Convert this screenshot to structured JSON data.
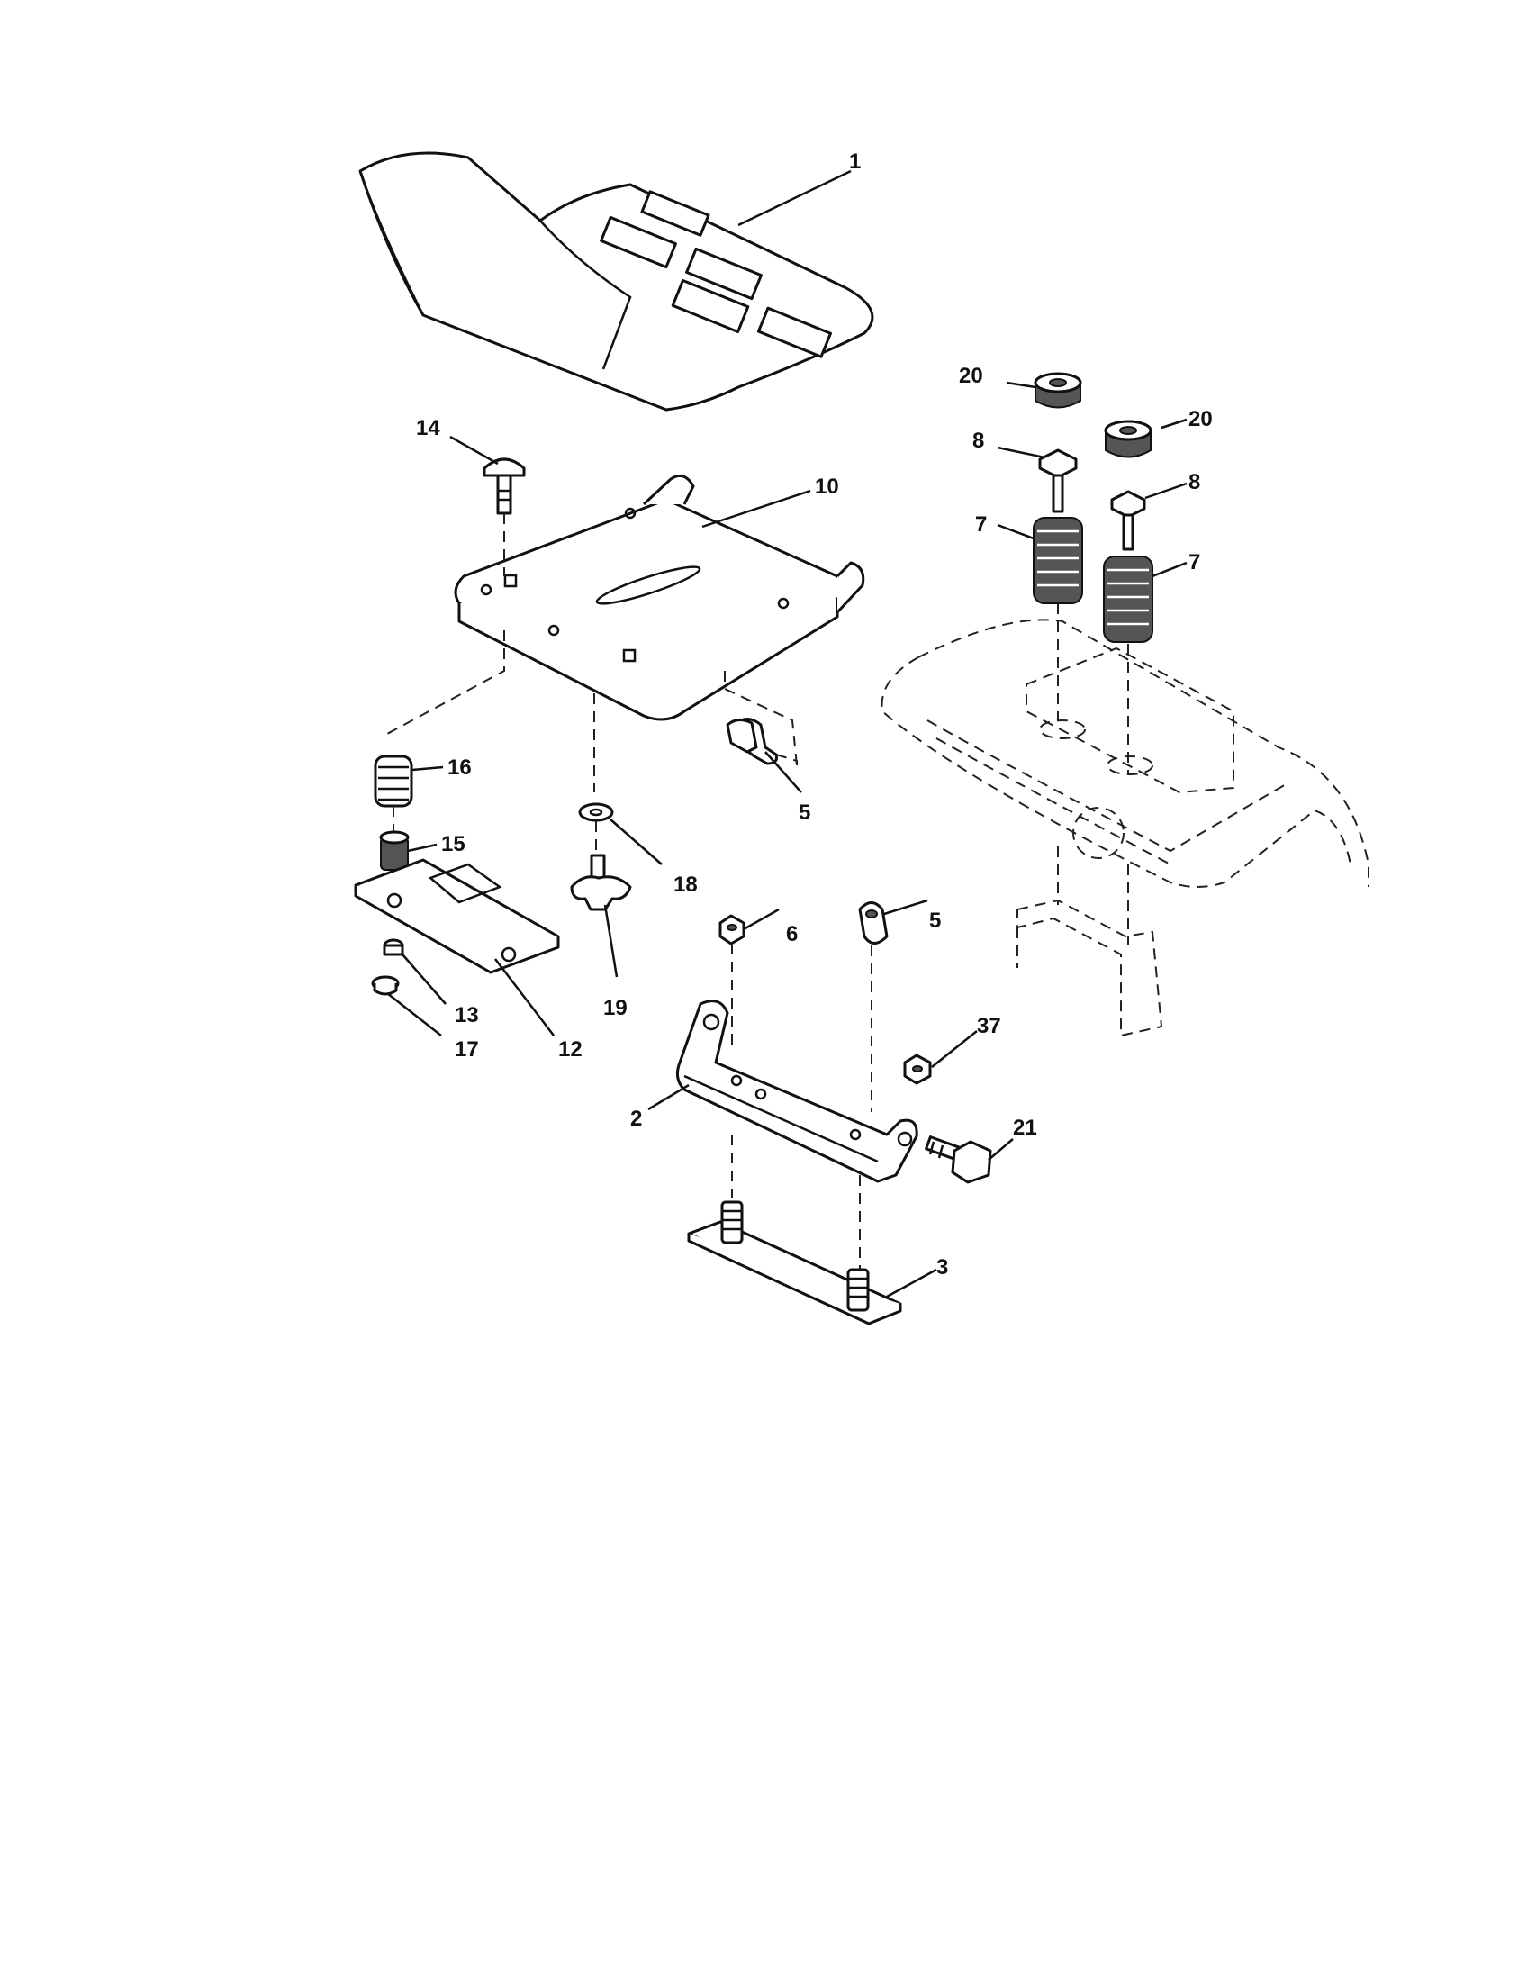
{
  "diagram": {
    "callouts": [
      {
        "id": "c1",
        "label": "1"
      },
      {
        "id": "c20a",
        "label": "20"
      },
      {
        "id": "c20b",
        "label": "20"
      },
      {
        "id": "c14",
        "label": "14"
      },
      {
        "id": "c10",
        "label": "10"
      },
      {
        "id": "c8a",
        "label": "8"
      },
      {
        "id": "c8b",
        "label": "8"
      },
      {
        "id": "c7a",
        "label": "7"
      },
      {
        "id": "c7b",
        "label": "7"
      },
      {
        "id": "c16",
        "label": "16"
      },
      {
        "id": "c5a",
        "label": "5"
      },
      {
        "id": "c15",
        "label": "15"
      },
      {
        "id": "c18",
        "label": "18"
      },
      {
        "id": "c6",
        "label": "6"
      },
      {
        "id": "c5b",
        "label": "5"
      },
      {
        "id": "c19",
        "label": "19"
      },
      {
        "id": "c13",
        "label": "13"
      },
      {
        "id": "c17",
        "label": "17"
      },
      {
        "id": "c12",
        "label": "12"
      },
      {
        "id": "c37",
        "label": "37"
      },
      {
        "id": "c2",
        "label": "2"
      },
      {
        "id": "c21",
        "label": "21"
      },
      {
        "id": "c3",
        "label": "3"
      }
    ]
  }
}
